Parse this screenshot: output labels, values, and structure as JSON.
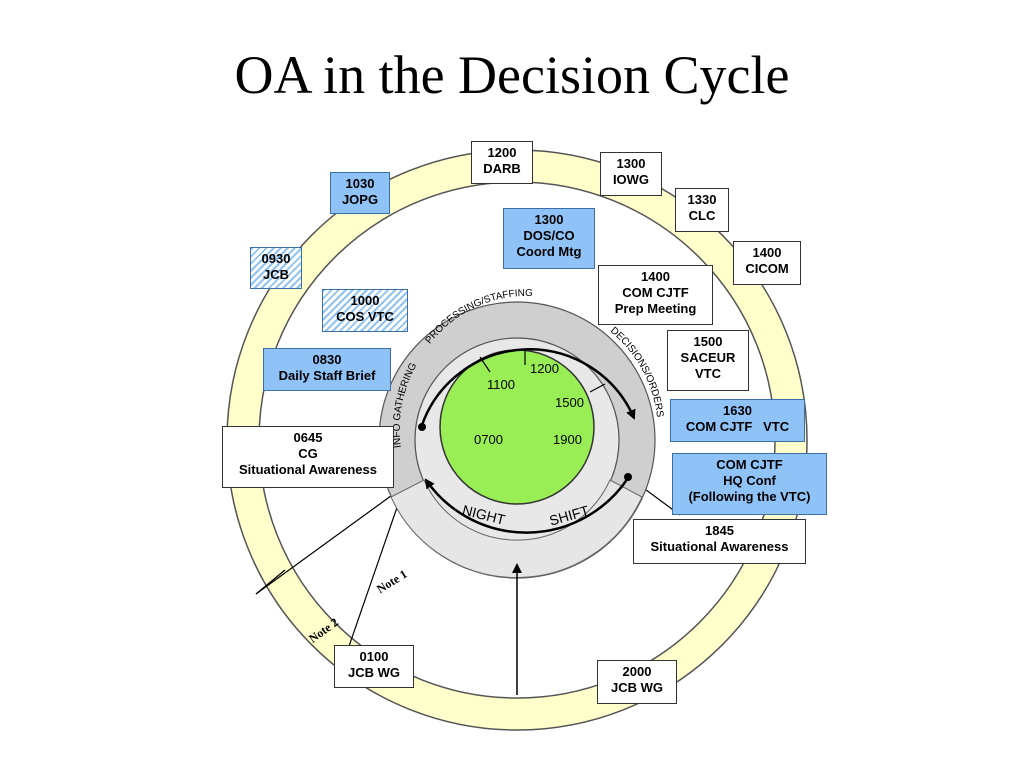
{
  "title": "OA in the Decision Cycle",
  "ring_labels": {
    "processing": "PROCESSING/STAFFING",
    "decisions": "DECISIONS/ORDERS",
    "info": "INFO GATHERING",
    "night": "NIGHT",
    "shift": "SHIFT"
  },
  "clock_times": {
    "t1200": "1200",
    "t1100": "1100",
    "t1500": "1500",
    "t0700": "0700",
    "t1900": "1900"
  },
  "notes": {
    "note1": "Note 1",
    "note2": "Note 2"
  },
  "boxes": [
    {
      "time": "1200",
      "lines": [
        "DARB"
      ]
    },
    {
      "time": "1300",
      "lines": [
        "IOWG"
      ]
    },
    {
      "time": "1030",
      "lines": [
        "JOPG"
      ]
    },
    {
      "time": "1330",
      "lines": [
        "CLC"
      ]
    },
    {
      "time": "1300",
      "lines": [
        "DOS/CO",
        "Coord Mtg"
      ]
    },
    {
      "time": "0930",
      "lines": [
        "JCB"
      ]
    },
    {
      "time": "1400",
      "lines": [
        "CICOM"
      ]
    },
    {
      "time": "1400",
      "lines": [
        "COM CJTF",
        "Prep Meeting"
      ]
    },
    {
      "time": "1000",
      "lines": [
        "COS VTC"
      ]
    },
    {
      "time": "1500",
      "lines": [
        "SACEUR",
        "VTC"
      ]
    },
    {
      "time": "0830",
      "lines": [
        "Daily Staff Brief"
      ]
    },
    {
      "time": "1630",
      "lines": [
        "COM CJTF   VTC"
      ]
    },
    {
      "time": "0645",
      "lines": [
        "CG",
        "Situational Awareness"
      ]
    },
    {
      "time": "",
      "lines": [
        "COM CJTF",
        "HQ Conf",
        "(Following the VTC)"
      ]
    },
    {
      "time": "1845",
      "lines": [
        "Situational Awareness"
      ]
    },
    {
      "time": "0100",
      "lines": [
        "JCB WG"
      ]
    },
    {
      "time": "2000",
      "lines": [
        "JCB WG"
      ]
    }
  ],
  "colors": {
    "outer_ring": "#ffffcc",
    "grey_ring": "#cfcfcf",
    "clock_face": "#99ee55",
    "meeting_blue": "#8fc3f7"
  }
}
